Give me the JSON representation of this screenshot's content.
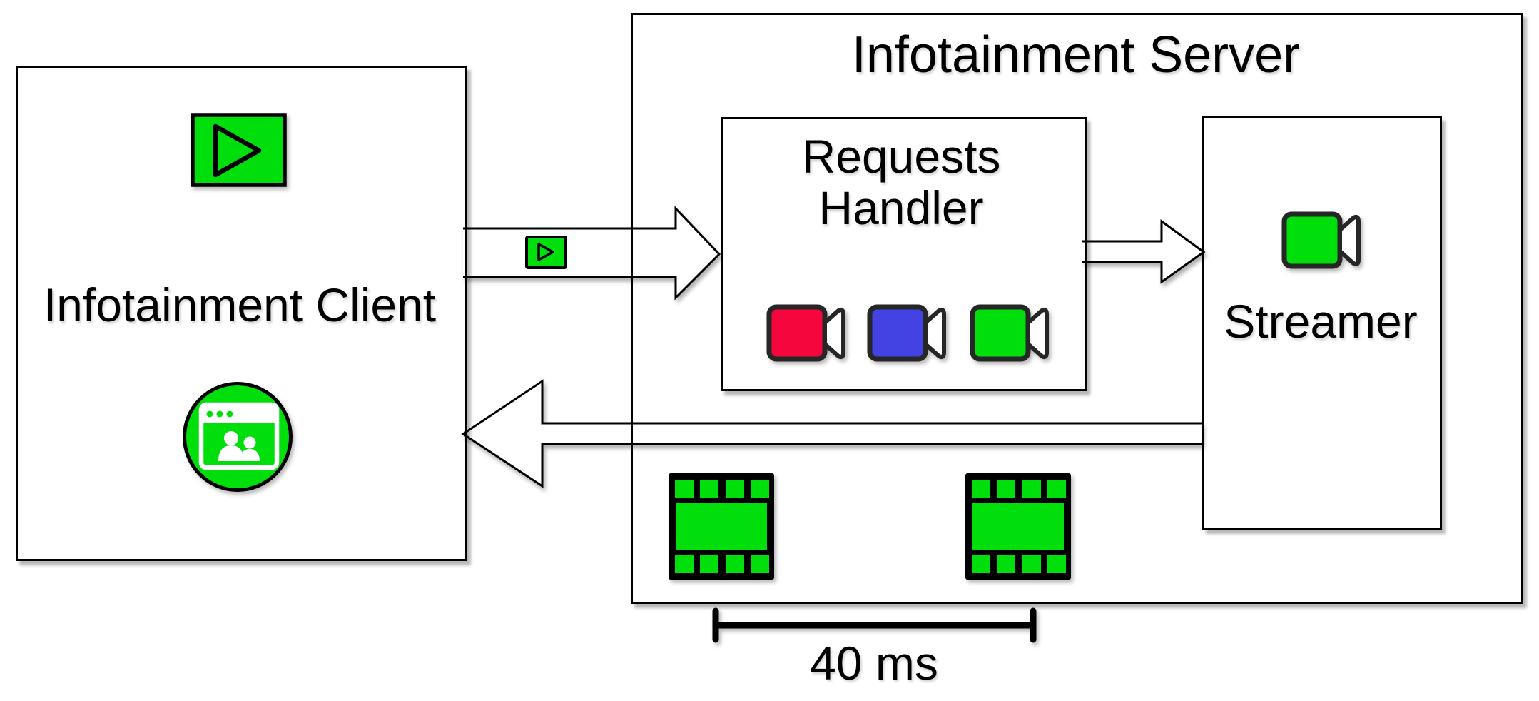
{
  "colors": {
    "accent_green": "#00DE0C",
    "camera_red": "#F5063C",
    "camera_blue": "#4343E4",
    "outline": "#000000",
    "icon_outline": "#262626",
    "background": "#FFFFFF"
  },
  "client_box": {
    "title": "Infotainment Client",
    "icons": [
      "play-video-icon",
      "video-call-window-icon"
    ]
  },
  "server_box": {
    "title": "Infotainment Server",
    "requests_handler": {
      "label_line1": "Requests",
      "label_line2": "Handler",
      "icons": [
        "video-camera-red-icon",
        "video-camera-blue-icon",
        "video-camera-green-icon"
      ]
    },
    "streamer": {
      "label": "Streamer",
      "icons": [
        "video-camera-green-icon"
      ]
    },
    "frame_icons": [
      "film-frame-icon",
      "film-frame-icon"
    ]
  },
  "arrows": {
    "request": {
      "icon": "play-video-chip-icon"
    },
    "handler_to_streamer": {},
    "response": {}
  },
  "timing": {
    "label": "40 ms"
  }
}
